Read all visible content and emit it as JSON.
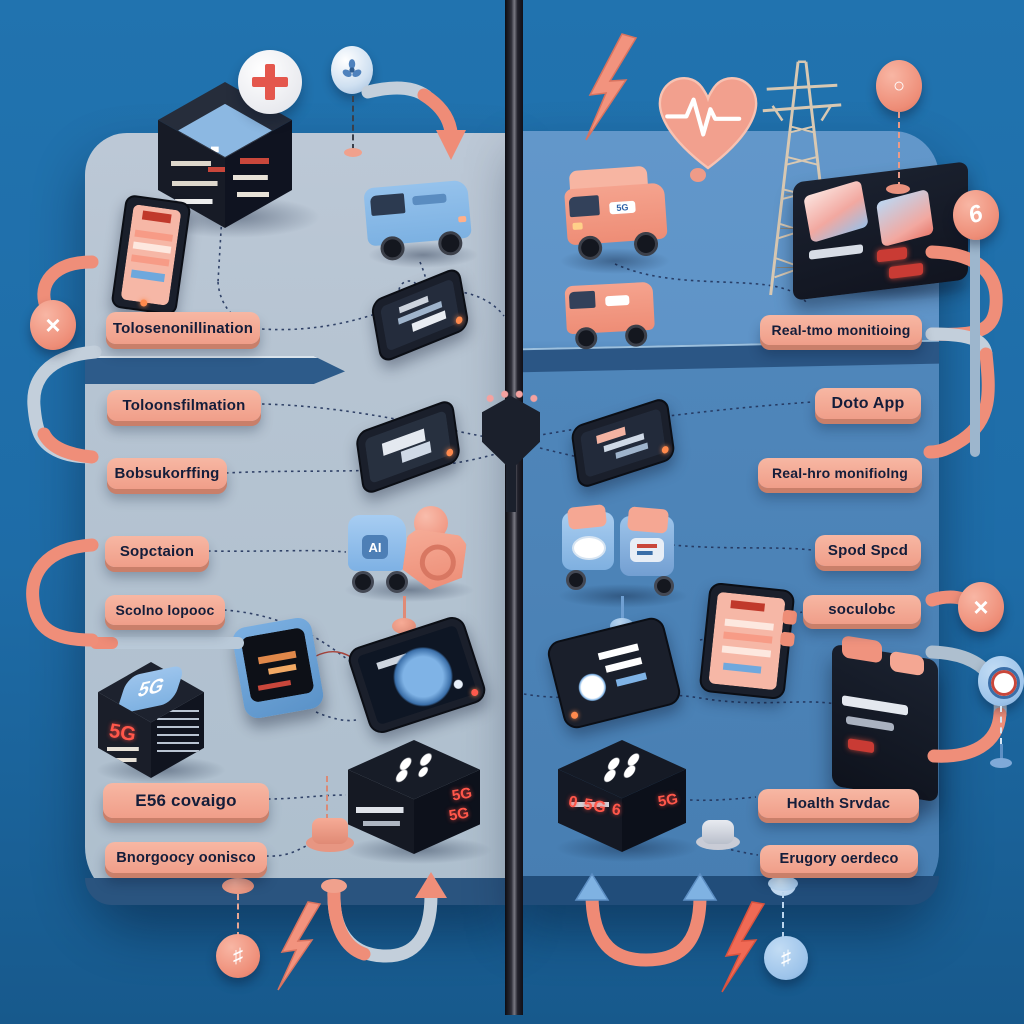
{
  "scene": {
    "description": "Isometric 3D comparison infographic: two blue panels split by a dark divider, with healthcare / 5G connectivity devices, vans, phones and coral label pills",
    "split": {
      "left_panel_tone": "light blue-gray",
      "right_panel_tone": "medium blue"
    }
  },
  "colors": {
    "background": "#1E6CA7",
    "left_panel": "#B6C4D2",
    "right_panel": "#5F94C8",
    "divider": "#15151D",
    "label_background": "#F2A38E",
    "label_text": "#141D3A",
    "coral_accent": "#EF8E7A",
    "blue_accent": "#84B5E4",
    "alert_red": "#FF574A"
  },
  "left_panel": {
    "labels": [
      {
        "text": "Tolosenonillination"
      },
      {
        "text": "Toloonsfilmation"
      },
      {
        "text": "Bobsukorffing"
      },
      {
        "text": "Sopctaion"
      },
      {
        "text": "Scolno lopooc"
      },
      {
        "text": "E56 covaigo"
      },
      {
        "text": "Bnorgoocy oonisco"
      }
    ]
  },
  "right_panel": {
    "labels": [
      {
        "text": "Real-tmo monitioing"
      },
      {
        "text": "Doto App"
      },
      {
        "text": "Real-hro monifiolng"
      },
      {
        "text": "Spod Spcd"
      },
      {
        "text": "soculobc"
      },
      {
        "text": "Hoalth Srvdac"
      },
      {
        "text": "Erugory oerdeco"
      }
    ]
  },
  "devices": {
    "cube_5g_left": {
      "top_label": "5G",
      "side_label": "5G"
    },
    "cube_coral_top": {
      "side_label": "5G"
    },
    "cube_5g_right": {
      "side_label": "0 5G 6"
    },
    "ai_cart": {
      "label": "AI"
    }
  },
  "icons": {
    "scissors_glyph": "×",
    "x_glyph": "×",
    "spiral_glyph": "6",
    "ring_glyph": "○",
    "signal_glyph": "♯"
  }
}
